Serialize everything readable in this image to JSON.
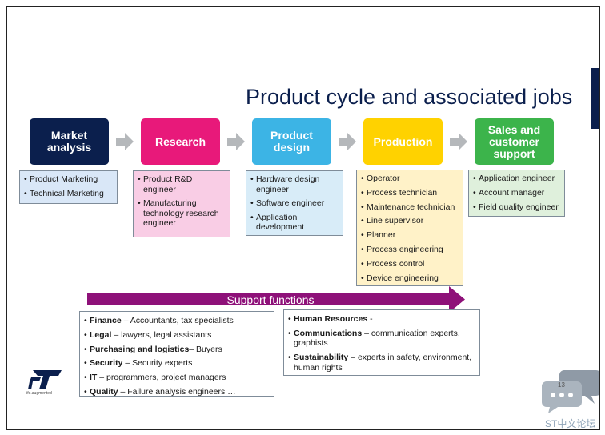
{
  "title": "Product cycle and associated jobs",
  "stages": [
    {
      "label_1": "Market",
      "label_2": "analysis",
      "color": "#0b1f4d"
    },
    {
      "label_1": "Research",
      "color": "#e8197a"
    },
    {
      "label_1": "Product",
      "label_2": "design",
      "color": "#3cb4e5"
    },
    {
      "label_1": "Production",
      "color": "#ffd200"
    },
    {
      "label_1": "Sales and",
      "label_2": "customer",
      "label_3": "support",
      "color": "#3cb44b"
    }
  ],
  "jobs": {
    "market": [
      "Product Marketing",
      "Technical Marketing"
    ],
    "research": [
      "Product R&D engineer",
      "Manufacturing technology research engineer"
    ],
    "design": [
      "Hardware design engineer",
      "Software engineer",
      "Application development"
    ],
    "production": [
      "Operator",
      "Process technician",
      "Maintenance technician",
      "Line supervisor",
      "Planner",
      "Process engineering",
      "Process control",
      "Device engineering"
    ],
    "sales": [
      "Application engineer",
      "Account manager",
      "Field quality engineer"
    ]
  },
  "support": {
    "label": "Support functions",
    "left": [
      {
        "name": "Finance",
        "desc": " – Accountants, tax specialists"
      },
      {
        "name": "Legal",
        "desc": " – lawyers, legal assistants"
      },
      {
        "name": "Purchasing and logistics",
        "desc": "– Buyers"
      },
      {
        "name": "Security",
        "desc": " – Security experts"
      },
      {
        "name": "IT",
        "desc": " – programmers, project managers"
      },
      {
        "name": "Quality",
        "desc": " – Failure analysis engineers …"
      }
    ],
    "right": [
      {
        "name": "Human Resources",
        "desc": " -"
      },
      {
        "name": "Communications",
        "desc": " – communication experts, graphists"
      },
      {
        "name": "Sustainability",
        "desc": " – experts in safety, environment, human rights"
      }
    ]
  },
  "logo_text": "ST",
  "tagline": "life.augmented",
  "page_number": "13",
  "watermark": "ST中文论坛"
}
